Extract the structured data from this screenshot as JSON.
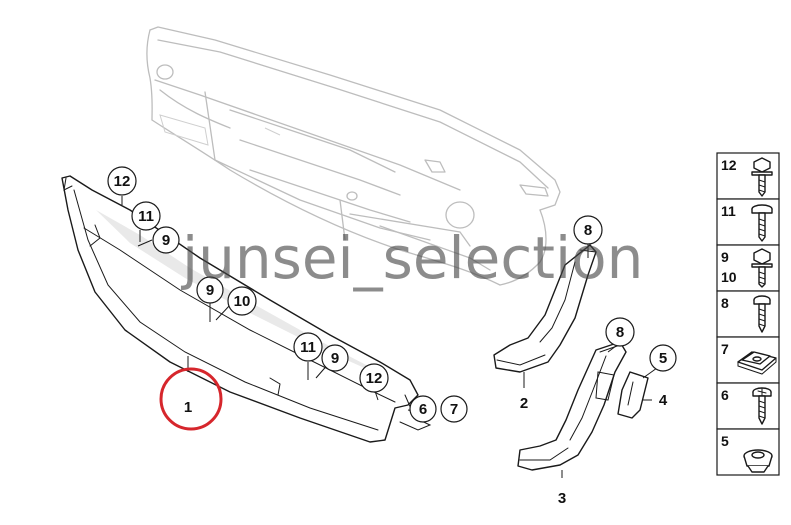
{
  "watermark": "junsei_selection",
  "colors": {
    "line": "#1a1a1a",
    "ghost": "#bdbdbd",
    "highlight": "#d6262c"
  },
  "callouts": {
    "main_part": "1",
    "bracket_left": "2",
    "bracket_right": "3",
    "cover": "4",
    "clip_5": "5",
    "screw_6": "6",
    "nut_7": "7",
    "screw_8a": "8",
    "screw_8b": "8",
    "screw_9a": "9",
    "screw_9b": "9",
    "screw_9c": "9",
    "screw_10": "10",
    "screw_11a": "11",
    "screw_11b": "11",
    "bolt_12a": "12",
    "bolt_12b": "12"
  },
  "legend": [
    {
      "label": "12",
      "icon": "hex-flange-bolt-icon"
    },
    {
      "label": "11",
      "icon": "pan-head-screw-icon"
    },
    {
      "label": "9",
      "label2": "10",
      "icon": "hex-bolt-icon"
    },
    {
      "label": "8",
      "icon": "self-tapping-screw-icon"
    },
    {
      "label": "7",
      "icon": "spring-nut-icon"
    },
    {
      "label": "6",
      "icon": "sheet-metal-screw-icon"
    },
    {
      "label": "5",
      "icon": "expanding-clip-icon"
    }
  ]
}
